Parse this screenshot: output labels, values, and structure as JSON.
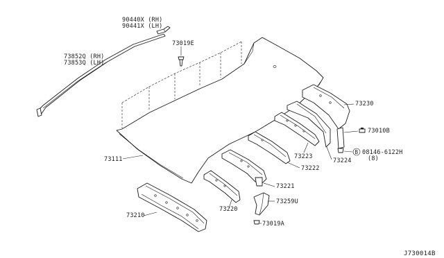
{
  "diagram": {
    "labels": {
      "p90440x": "90440X (RH)",
      "p90441x": "90441X (LH)",
      "p73852q": "73852Q (RH)",
      "p73853q": "73853Q (LH)",
      "p73019e": "73019E",
      "p73230": "73230",
      "p73010b": "73010B",
      "p08146": "08146-6122H",
      "p08146_qty": "(8)",
      "p08146_symbol": "B",
      "p73223": "73223",
      "p73224": "73224",
      "p73222": "73222",
      "p73111": "73111",
      "p73221": "73221",
      "p73259u": "73259U",
      "p73220": "73220",
      "p73210": "73210",
      "p73019a": "73019A"
    },
    "reference_code": "J730014B"
  }
}
